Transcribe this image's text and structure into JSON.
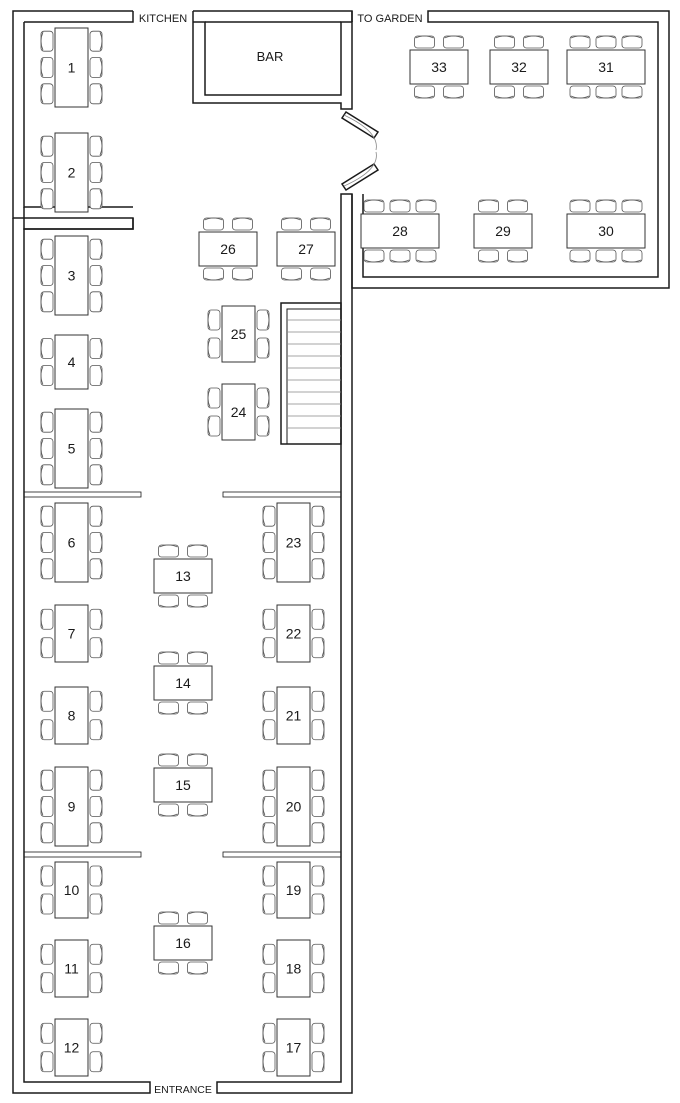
{
  "labels": {
    "kitchen": "KITCHEN",
    "to_garden": "TO GARDEN",
    "bar": "BAR",
    "entrance": "ENTRANCE"
  },
  "colors": {
    "wall_stroke": "#1a1a1a",
    "furniture_stroke": "#444444",
    "background": "#ffffff"
  },
  "tables": [
    {
      "number": "1",
      "seats": 6
    },
    {
      "number": "2",
      "seats": 6
    },
    {
      "number": "3",
      "seats": 6
    },
    {
      "number": "4",
      "seats": 4
    },
    {
      "number": "5",
      "seats": 6
    },
    {
      "number": "6",
      "seats": 6
    },
    {
      "number": "7",
      "seats": 4
    },
    {
      "number": "8",
      "seats": 4
    },
    {
      "number": "9",
      "seats": 6
    },
    {
      "number": "10",
      "seats": 4
    },
    {
      "number": "11",
      "seats": 4
    },
    {
      "number": "12",
      "seats": 4
    },
    {
      "number": "13",
      "seats": 4
    },
    {
      "number": "14",
      "seats": 4
    },
    {
      "number": "15",
      "seats": 4
    },
    {
      "number": "16",
      "seats": 4
    },
    {
      "number": "17",
      "seats": 4
    },
    {
      "number": "18",
      "seats": 4
    },
    {
      "number": "19",
      "seats": 4
    },
    {
      "number": "20",
      "seats": 6
    },
    {
      "number": "21",
      "seats": 4
    },
    {
      "number": "22",
      "seats": 4
    },
    {
      "number": "23",
      "seats": 6
    },
    {
      "number": "24",
      "seats": 4
    },
    {
      "number": "25",
      "seats": 4
    },
    {
      "number": "26",
      "seats": 4
    },
    {
      "number": "27",
      "seats": 4
    },
    {
      "number": "28",
      "seats": 6
    },
    {
      "number": "29",
      "seats": 4
    },
    {
      "number": "30",
      "seats": 6
    },
    {
      "number": "31",
      "seats": 6
    },
    {
      "number": "32",
      "seats": 4
    },
    {
      "number": "33",
      "seats": 4
    }
  ]
}
